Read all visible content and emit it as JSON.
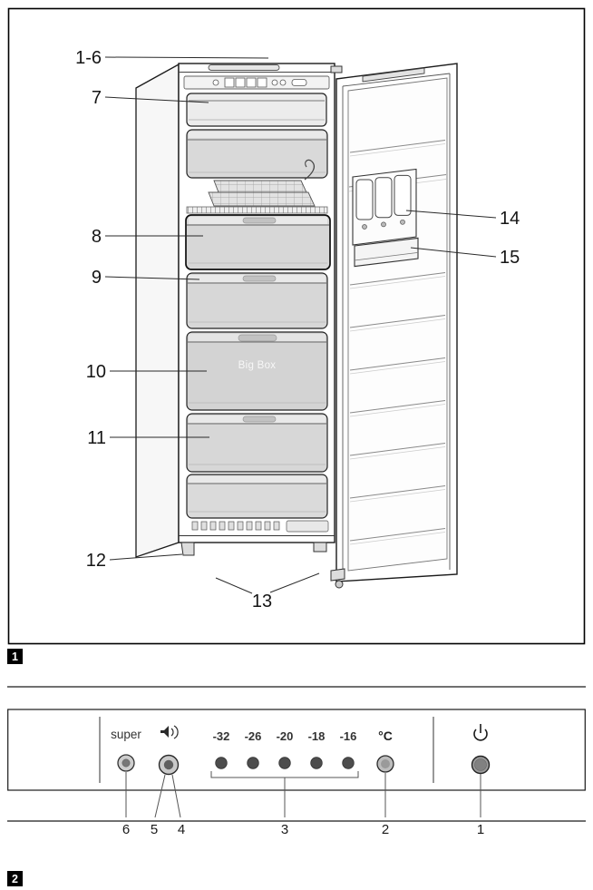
{
  "figure1": {
    "marker": "1",
    "big_box_label": "Big Box",
    "callouts": {
      "controls": "1-6",
      "top_flap": "7",
      "upper_drawer": "8",
      "middle_drawer": "9",
      "big_box": "10",
      "lower_drawer": "11",
      "base": "12",
      "feet": "13",
      "ice_twister": "14",
      "ice_tray": "15"
    }
  },
  "figure2": {
    "marker": "2",
    "super_label": "super",
    "celsius_label": "°C",
    "temps": [
      "-32",
      "-26",
      "-20",
      "-18",
      "-16"
    ],
    "callouts": {
      "super_button": "6",
      "alarm_button": "5",
      "alarm_ring": "4",
      "temp_selector": "3",
      "celsius_button": "2",
      "power_button": "1"
    }
  },
  "colors": {
    "line": "#1a1a1a",
    "drawer_fill": "#d7d7d7",
    "button_fill": "#c9c9c9"
  }
}
